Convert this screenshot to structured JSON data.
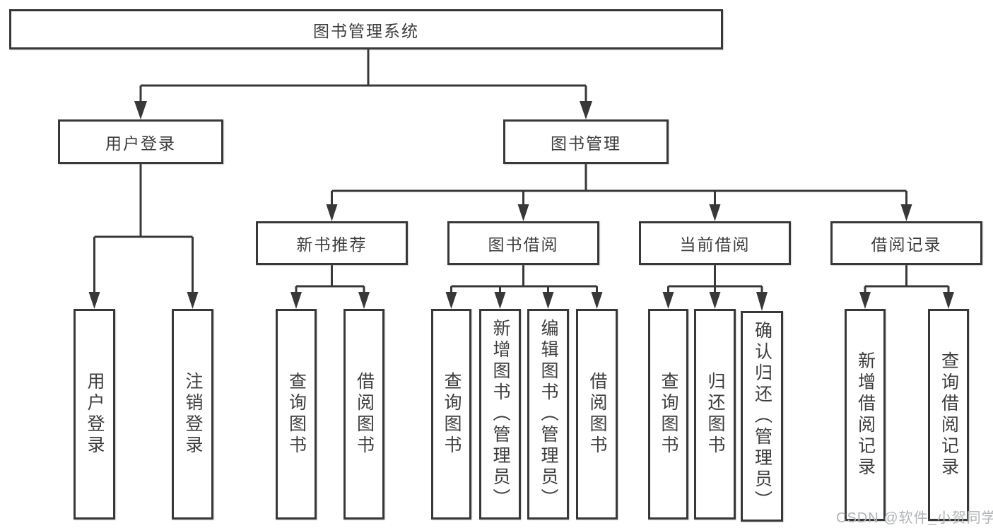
{
  "tree": {
    "root": {
      "label": "图书管理系统",
      "children": [
        {
          "label": "用户登录",
          "children": [
            {
              "label": "用户登录"
            },
            {
              "label": "注销登录"
            }
          ]
        },
        {
          "label": "图书管理",
          "children": [
            {
              "label": "新书推荐",
              "children": [
                {
                  "label": "查询图书"
                },
                {
                  "label": "借阅图书"
                }
              ]
            },
            {
              "label": "图书借阅",
              "children": [
                {
                  "label": "查询图书"
                },
                {
                  "label": "新增图书（管理员）"
                },
                {
                  "label": "编辑图书（管理员）"
                },
                {
                  "label": "借阅图书"
                }
              ]
            },
            {
              "label": "当前借阅",
              "children": [
                {
                  "label": "查询图书"
                },
                {
                  "label": "归还图书"
                },
                {
                  "label": "确认归还（管理员）"
                }
              ]
            },
            {
              "label": "借阅记录",
              "children": [
                {
                  "label": "新增借阅记录"
                },
                {
                  "label": "查询借阅记录"
                }
              ]
            }
          ]
        }
      ]
    }
  },
  "watermark": {
    "text": "CSDN @软件_小贺同学",
    "color": "#b0b3b5"
  },
  "colors": {
    "line": "#383838",
    "box_border": "#383838",
    "text": "#3d3d3d",
    "background": "#ffffff"
  }
}
